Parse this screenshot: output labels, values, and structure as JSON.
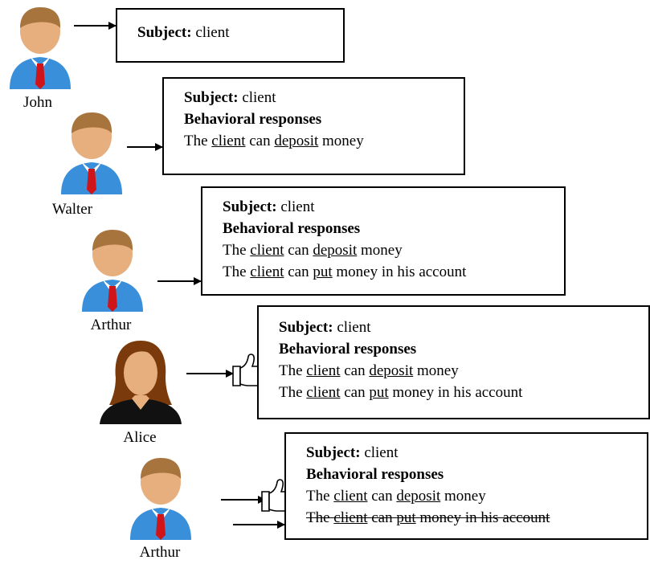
{
  "labels": {
    "subject": "Subject:",
    "behavioral": "Behavioral responses",
    "the": "The",
    "client": "client",
    "can": "can",
    "deposit": "deposit",
    "money": "money",
    "put": "put",
    "account_suffix": "money in his account"
  },
  "actors": {
    "john": "John",
    "walter": "Walter",
    "arthur1": "Arthur",
    "alice": "Alice",
    "arthur2": "Arthur"
  },
  "colors": {
    "skin": "#E7AE7E",
    "hair_male": "#A8743D",
    "suit": "#3A8FDA",
    "tie": "#D0151A",
    "hair_female": "#7A3A0C",
    "jacket_female": "#111111"
  }
}
